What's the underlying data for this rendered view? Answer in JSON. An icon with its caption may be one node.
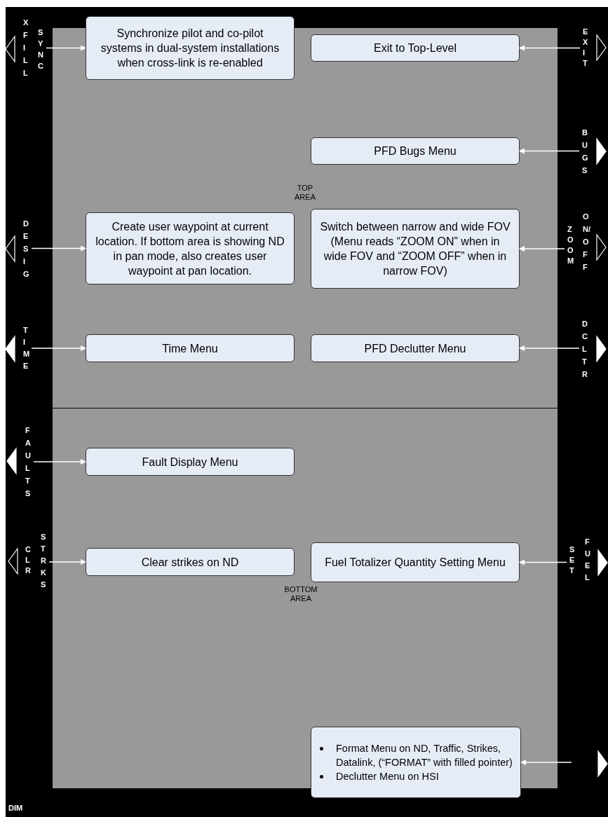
{
  "diagram": {
    "nodes": [
      {
        "text": [
          "TOP AREA"
        ]
      },
      {
        "text": [
          "BOTTOM AREA"
        ]
      },
      {
        "text": [
          "SYNC"
        ]
      },
      {
        "text": [
          "Synchronize pilot and co-pilot systems in dual-system installations when cross-link is re-enabled"
        ]
      },
      {
        "text": [
          "EXIT"
        ]
      },
      {
        "text": [
          "Exit to Top-Level"
        ],
        "in": 0
      },
      {
        "text": [
          "BUGS"
        ]
      },
      {
        "text": [
          "PFD Bugs Menu"
        ],
        "in": 0
      },
      {
        "text": [
          "DESIG"
        ]
      },
      {
        "text": [
          "Create user waypoint at current location. If bottom area is showing ND in pan mode, also creates user waypoint at pan location."
        ],
        "in": 0
      },
      {
        "text": [
          "ZOOM"
        ]
      },
      {
        "text": [
          "Switch between narrow and wide FOV",
          "(Menu reads “ZOOM ON” when in wide FOV and “ZOOM OFF” when in narrow FOV)"
        ],
        "in": 0
      },
      {
        "text": [
          "TIME"
        ]
      },
      {
        "text": [
          "Time Menu"
        ],
        "in": 0
      },
      {
        "text": [
          "DCLTR"
        ]
      },
      {
        "text": [
          "PFD Declutter Menu"
        ],
        "in": 0
      },
      {
        "text": [
          "FAULTS"
        ]
      },
      {
        "text": [
          "Fault Display Menu"
        ],
        "in": 1
      },
      {
        "text": [
          "STRKS"
        ]
      },
      {
        "text": [
          "Clear strikes on ND"
        ],
        "in": 1
      },
      {
        "text": [
          "SET"
        ]
      },
      {
        "text": [
          "Fuel Totalizer Quantity Setting Menu"
        ],
        "in": 1
      },
      {
        "text": [
          "Format Menu on ND, Traffic, Strikes, Datalink, (“FORMAT” with filled pointer)",
          "Declutter Menu on HSI"
        ]
      }
    ],
    "edges": [
      {
        "from": 2,
        "to": 3,
        "arrow": "to"
      },
      {
        "from": 4,
        "to": 5,
        "arrow": "to"
      },
      {
        "from": 6,
        "to": 7,
        "arrow": "to"
      },
      {
        "from": 8,
        "to": 9,
        "arrow": "to"
      },
      {
        "from": 10,
        "to": 11,
        "arrow": "to"
      },
      {
        "from": 12,
        "to": 13,
        "arrow": "to"
      },
      {
        "from": 14,
        "to": 15,
        "arrow": "to"
      },
      {
        "from": 16,
        "to": 17,
        "arrow": "to"
      },
      {
        "from": 18,
        "to": 19,
        "arrow": "to"
      },
      {
        "from": 20,
        "to": 21,
        "arrow": "to"
      },
      {
        "from": null,
        "to": 22,
        "arrow": "to"
      }
    ],
    "labels": [
      "XFILL",
      "ON/OFF",
      "CLR",
      "FUEL",
      "DIM"
    ]
  }
}
